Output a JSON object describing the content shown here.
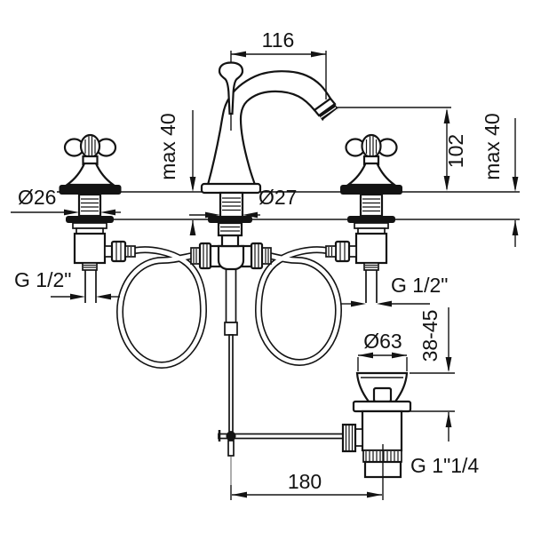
{
  "drawing": {
    "subject": "3-hole widespread basin faucet with pop-up waste - dimensional drawing",
    "background_color": "#ffffff",
    "line_color": "#131313",
    "ghost_line_color": "#9a9a9a",
    "labels": {
      "spout_reach": "116",
      "deck_max_left": "max 40",
      "spout_outlet_height": "102",
      "deck_max_right": "max 40",
      "handle_hole_diameter": "Ø26",
      "spout_hole_diameter": "Ø27",
      "supply_thread_left": "G 1/2\"",
      "supply_thread_right": "G 1/2\"",
      "waste_flange_diameter": "Ø63",
      "waste_clamp_range": "38-45",
      "rod_to_waste_distance": "180",
      "waste_thread": "G 1\"1/4"
    }
  }
}
